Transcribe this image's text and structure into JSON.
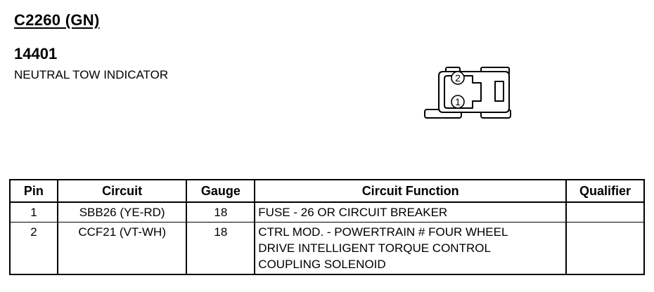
{
  "header": {
    "connector_id": "C2260 (GN)",
    "part_number": "14401",
    "description": "NEUTRAL TOW INDICATOR"
  },
  "connector_diagram": {
    "pins": [
      "2",
      "1"
    ]
  },
  "table": {
    "columns": {
      "pin": "Pin",
      "circuit": "Circuit",
      "gauge": "Gauge",
      "function": "Circuit Function",
      "qualifier": "Qualifier"
    },
    "rows": [
      {
        "pin": "1",
        "circuit": "SBB26 (YE-RD)",
        "gauge": "18",
        "function": "FUSE - 26 OR CIRCUIT BREAKER",
        "qualifier": ""
      },
      {
        "pin": "2",
        "circuit": "CCF21 (VT-WH)",
        "gauge": "18",
        "function": "CTRL MOD. - POWERTRAIN # FOUR WHEEL\nDRIVE INTELLIGENT TORQUE CONTROL\nCOUPLING SOLENOID",
        "qualifier": ""
      }
    ]
  }
}
